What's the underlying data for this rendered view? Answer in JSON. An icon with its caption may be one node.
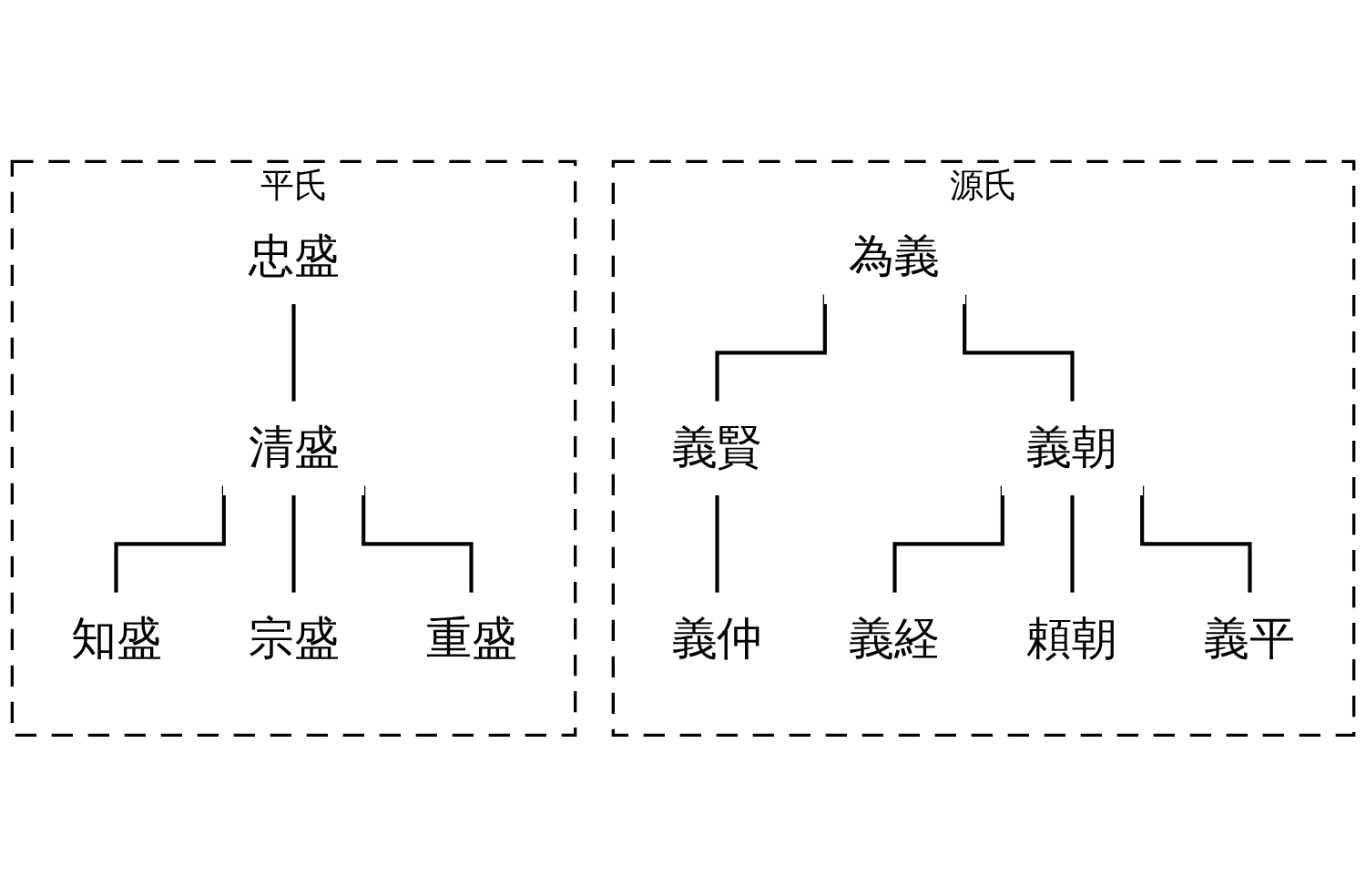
{
  "diagram": {
    "nodes": [
      {
        "text": [
          "源氏"
        ]
      },
      {
        "text": [
          "為義"
        ],
        "in": 0
      },
      {
        "text": [
          "義賢"
        ],
        "in": 0
      },
      {
        "text": [
          "義朝"
        ],
        "in": 0
      },
      {
        "text": [
          "義仲"
        ],
        "in": 0
      },
      {
        "text": [
          "義経"
        ],
        "in": 0
      },
      {
        "text": [
          "頼朝"
        ],
        "in": 0
      },
      {
        "text": [
          "義平"
        ],
        "in": 0
      },
      {
        "text": [
          "平氏"
        ]
      },
      {
        "text": [
          "忠盛"
        ],
        "in": 8
      },
      {
        "text": [
          "清盛"
        ],
        "in": 8
      },
      {
        "text": [
          "知盛"
        ],
        "in": 8
      },
      {
        "text": [
          "宗盛"
        ],
        "in": 8
      },
      {
        "text": [
          "重盛"
        ],
        "in": 8
      }
    ],
    "edges": [
      {
        "from": 1,
        "to": 2,
        "arrow": "none"
      },
      {
        "from": 1,
        "to": 3,
        "arrow": "none"
      },
      {
        "from": 2,
        "to": 4,
        "arrow": "none"
      },
      {
        "from": 3,
        "to": 5,
        "arrow": "none"
      },
      {
        "from": 3,
        "to": 6,
        "arrow": "none"
      },
      {
        "from": 3,
        "to": 7,
        "arrow": "none"
      },
      {
        "from": 9,
        "to": 10,
        "arrow": "none"
      },
      {
        "from": 10,
        "to": 11,
        "arrow": "none"
      },
      {
        "from": 10,
        "to": 12,
        "arrow": "none"
      },
      {
        "from": 10,
        "to": 13,
        "arrow": "none"
      }
    ]
  }
}
